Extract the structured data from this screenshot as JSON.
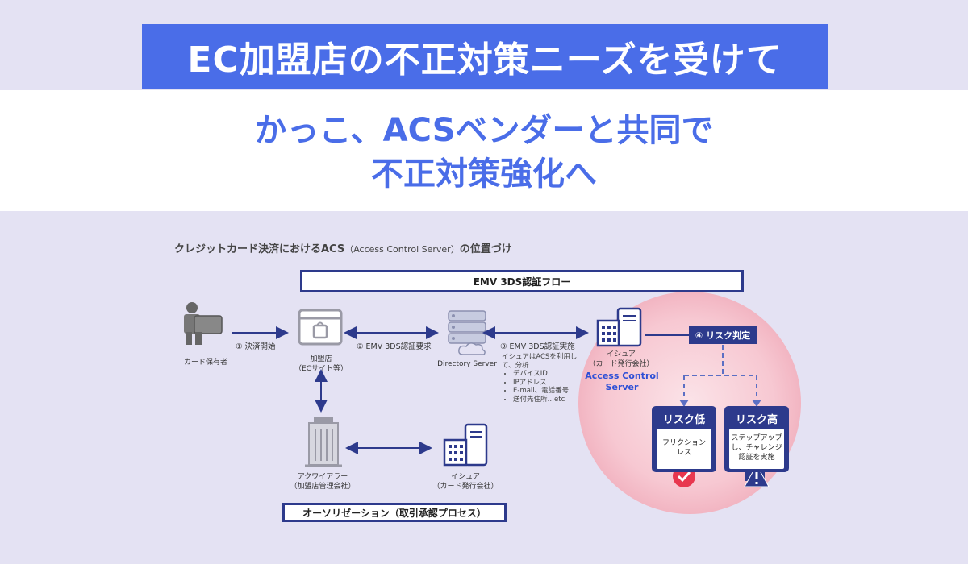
{
  "banner": {
    "title": "EC加盟店の不正対策ニーズを受けて"
  },
  "subtitle": {
    "line1": "かっこ、ACSベンダーと共同で",
    "line2": "不正対策強化へ"
  },
  "diagram": {
    "heading_main": "クレジットカード決済におけるACS",
    "heading_paren": "（Access Control Server）",
    "heading_tail": "の位置づけ",
    "flow_top": "EMV 3DS認証フロー",
    "flow_bottom": "オーソリゼーション（取引承認プロセス）",
    "nodes": {
      "cardholder": "カード保有者",
      "merchant_line1": "加盟店",
      "merchant_line2": "（ECサイト等）",
      "directory": "Directory Server",
      "issuer_top_line1": "イシュア",
      "issuer_top_line2": "（カード発行会社）",
      "acs_line1": "Access Control",
      "acs_line2": "Server",
      "acquirer_line1": "アクワイアラー",
      "acquirer_line2": "（加盟店管理会社）",
      "issuer_bottom_line1": "イシュア",
      "issuer_bottom_line2": "（カード発行会社）"
    },
    "steps": {
      "s1": "① 決済開始",
      "s2": "② EMV 3DS認証要求",
      "s3": "③ EMV 3DS認証実施",
      "s4": "④ リスク判定"
    },
    "details": {
      "intro1": "イシュアはACSを利用し",
      "intro2": "て、分析",
      "items": [
        "デバイスID",
        "IPアドレス",
        "E-mail、電話番号",
        "送付先住所…etc"
      ]
    },
    "risk_low": {
      "title": "リスク低",
      "line1": "フリクション",
      "line2": "レス"
    },
    "risk_high": {
      "title": "リスク高",
      "line1": "ステップアップ",
      "line2": "し、チャレンジ",
      "line3": "認証を実施"
    }
  },
  "colors": {
    "accent": "#4a6de8",
    "navy": "#2d3a8c",
    "ok_red": "#e8374f",
    "circle": "#f9cfd7"
  }
}
